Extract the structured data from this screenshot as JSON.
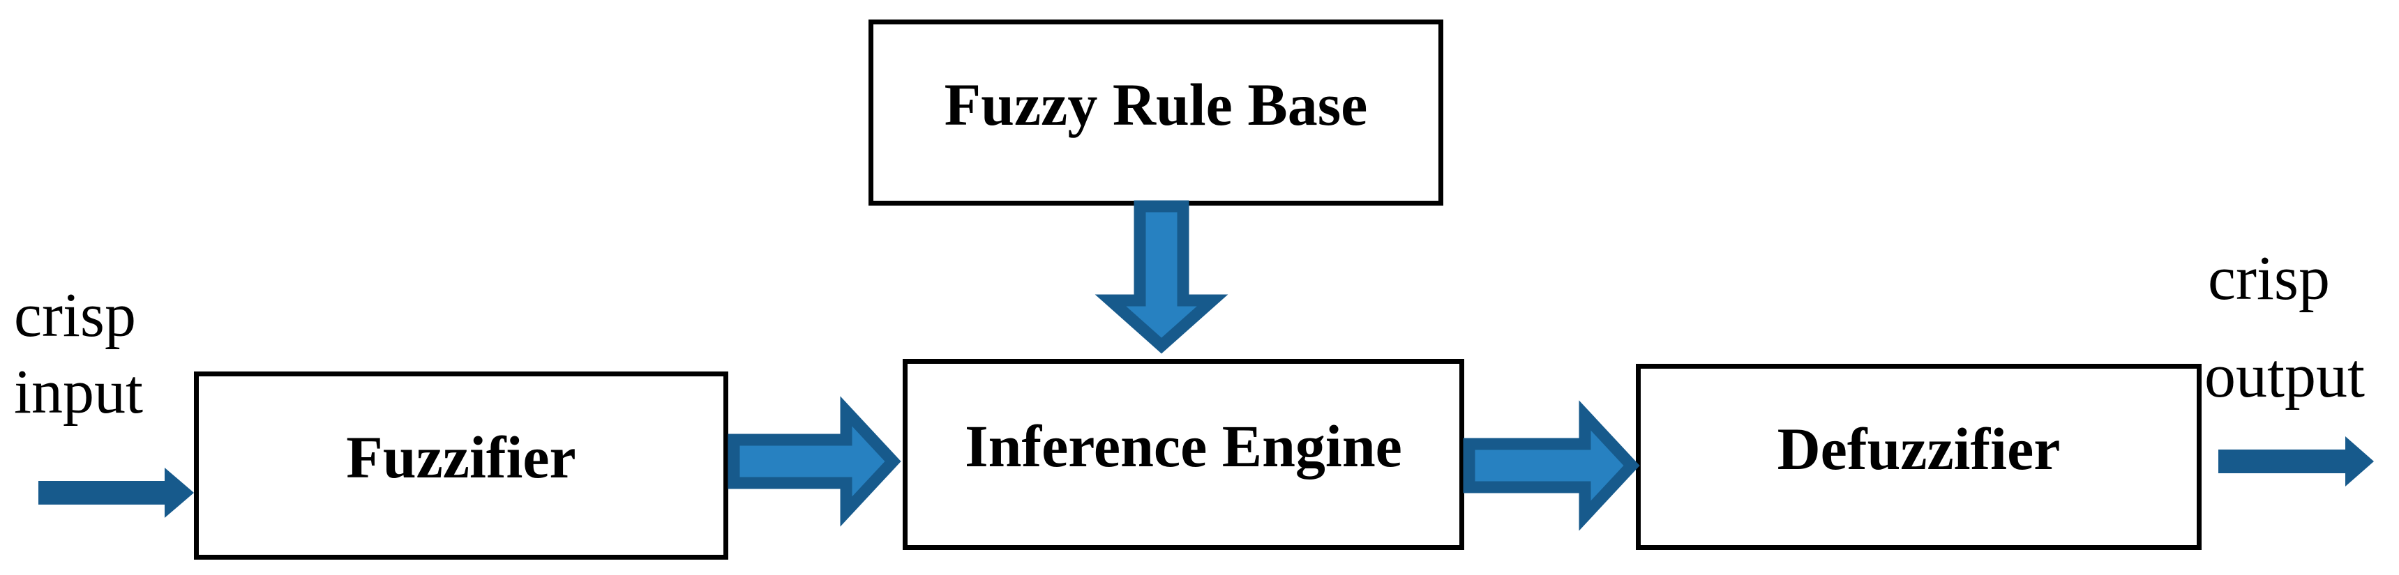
{
  "diagram": {
    "boxes": [
      {
        "id": "fuzzy-rule-base",
        "label": "Fuzzy Rule Base"
      },
      {
        "id": "fuzzifier",
        "label": "Fuzzifier"
      },
      {
        "id": "inference-engine",
        "label": "Inference Engine"
      },
      {
        "id": "defuzzifier",
        "label": "Defuzzifier"
      }
    ],
    "annotations": {
      "input": {
        "line1": "crisp",
        "line2": "input"
      },
      "output": {
        "line1": "crisp",
        "line2": "output"
      }
    },
    "arrows": [
      {
        "id": "crisp-input-arrow",
        "from": "crisp input",
        "to": "Fuzzifier",
        "direction": "right",
        "style": "solid"
      },
      {
        "id": "fuzzifier-to-inference-arrow",
        "from": "Fuzzifier",
        "to": "Inference Engine",
        "direction": "right",
        "style": "outlined-block"
      },
      {
        "id": "rulebase-to-inference-arrow",
        "from": "Fuzzy Rule Base",
        "to": "Inference Engine",
        "direction": "down",
        "style": "outlined-block"
      },
      {
        "id": "inference-to-defuzzifier-arrow",
        "from": "Inference Engine",
        "to": "Defuzzifier",
        "direction": "right",
        "style": "outlined-block"
      },
      {
        "id": "crisp-output-arrow",
        "from": "Defuzzifier",
        "to": "crisp output",
        "direction": "right",
        "style": "solid"
      }
    ],
    "colors": {
      "arrow_fill": "#2781C1",
      "arrow_outline": "#175A8C",
      "box_border": "#000000",
      "text": "#000000",
      "background": "#FFFFFF"
    }
  }
}
